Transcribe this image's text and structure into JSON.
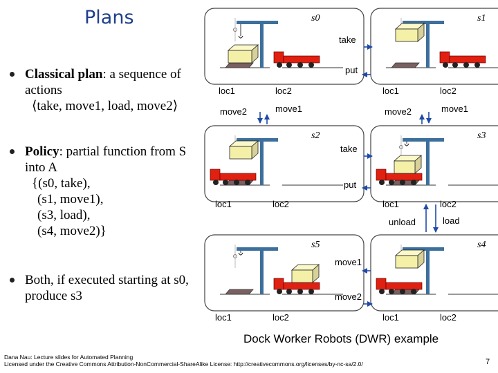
{
  "title": "Plans",
  "bullets": {
    "b1_strong": "Classical plan",
    "b1_rest": ": a sequence of actions",
    "b1_plan": "⟨take, move1, load, move2⟩",
    "b2_strong": "Policy",
    "b2_rest": ": partial function from S into A",
    "b2_lines": [
      "{(s0, take),",
      "(s1, move1),",
      "(s3, load),",
      "(s4, move2)}"
    ],
    "b3": "Both, if executed starting at s0, produce s3"
  },
  "states": [
    "s0",
    "s1",
    "s2",
    "s3",
    "s4",
    "s5"
  ],
  "locations": {
    "loc1": "loc1",
    "loc2": "loc2"
  },
  "actions": {
    "take": "take",
    "put": "put",
    "move1": "move1",
    "move2": "move2",
    "load": "load",
    "unload": "unload"
  },
  "caption": "Dock Worker Robots (DWR) example",
  "footer": {
    "line1": "Dana Nau: Lecture slides for Automated Planning",
    "line2": "Licensed under the Creative Commons Attribution-NonCommercial-ShareAlike License: http://creativecommons.org/licenses/by-nc-sa/2.0/"
  },
  "page_number": "7",
  "colors": {
    "title": "#1f3f8a",
    "robot": "#e02010",
    "container": "#f5f0a8",
    "pallet": "#7a6060",
    "crane": "#3d6f9c",
    "arrow": "#1f4aa8"
  }
}
